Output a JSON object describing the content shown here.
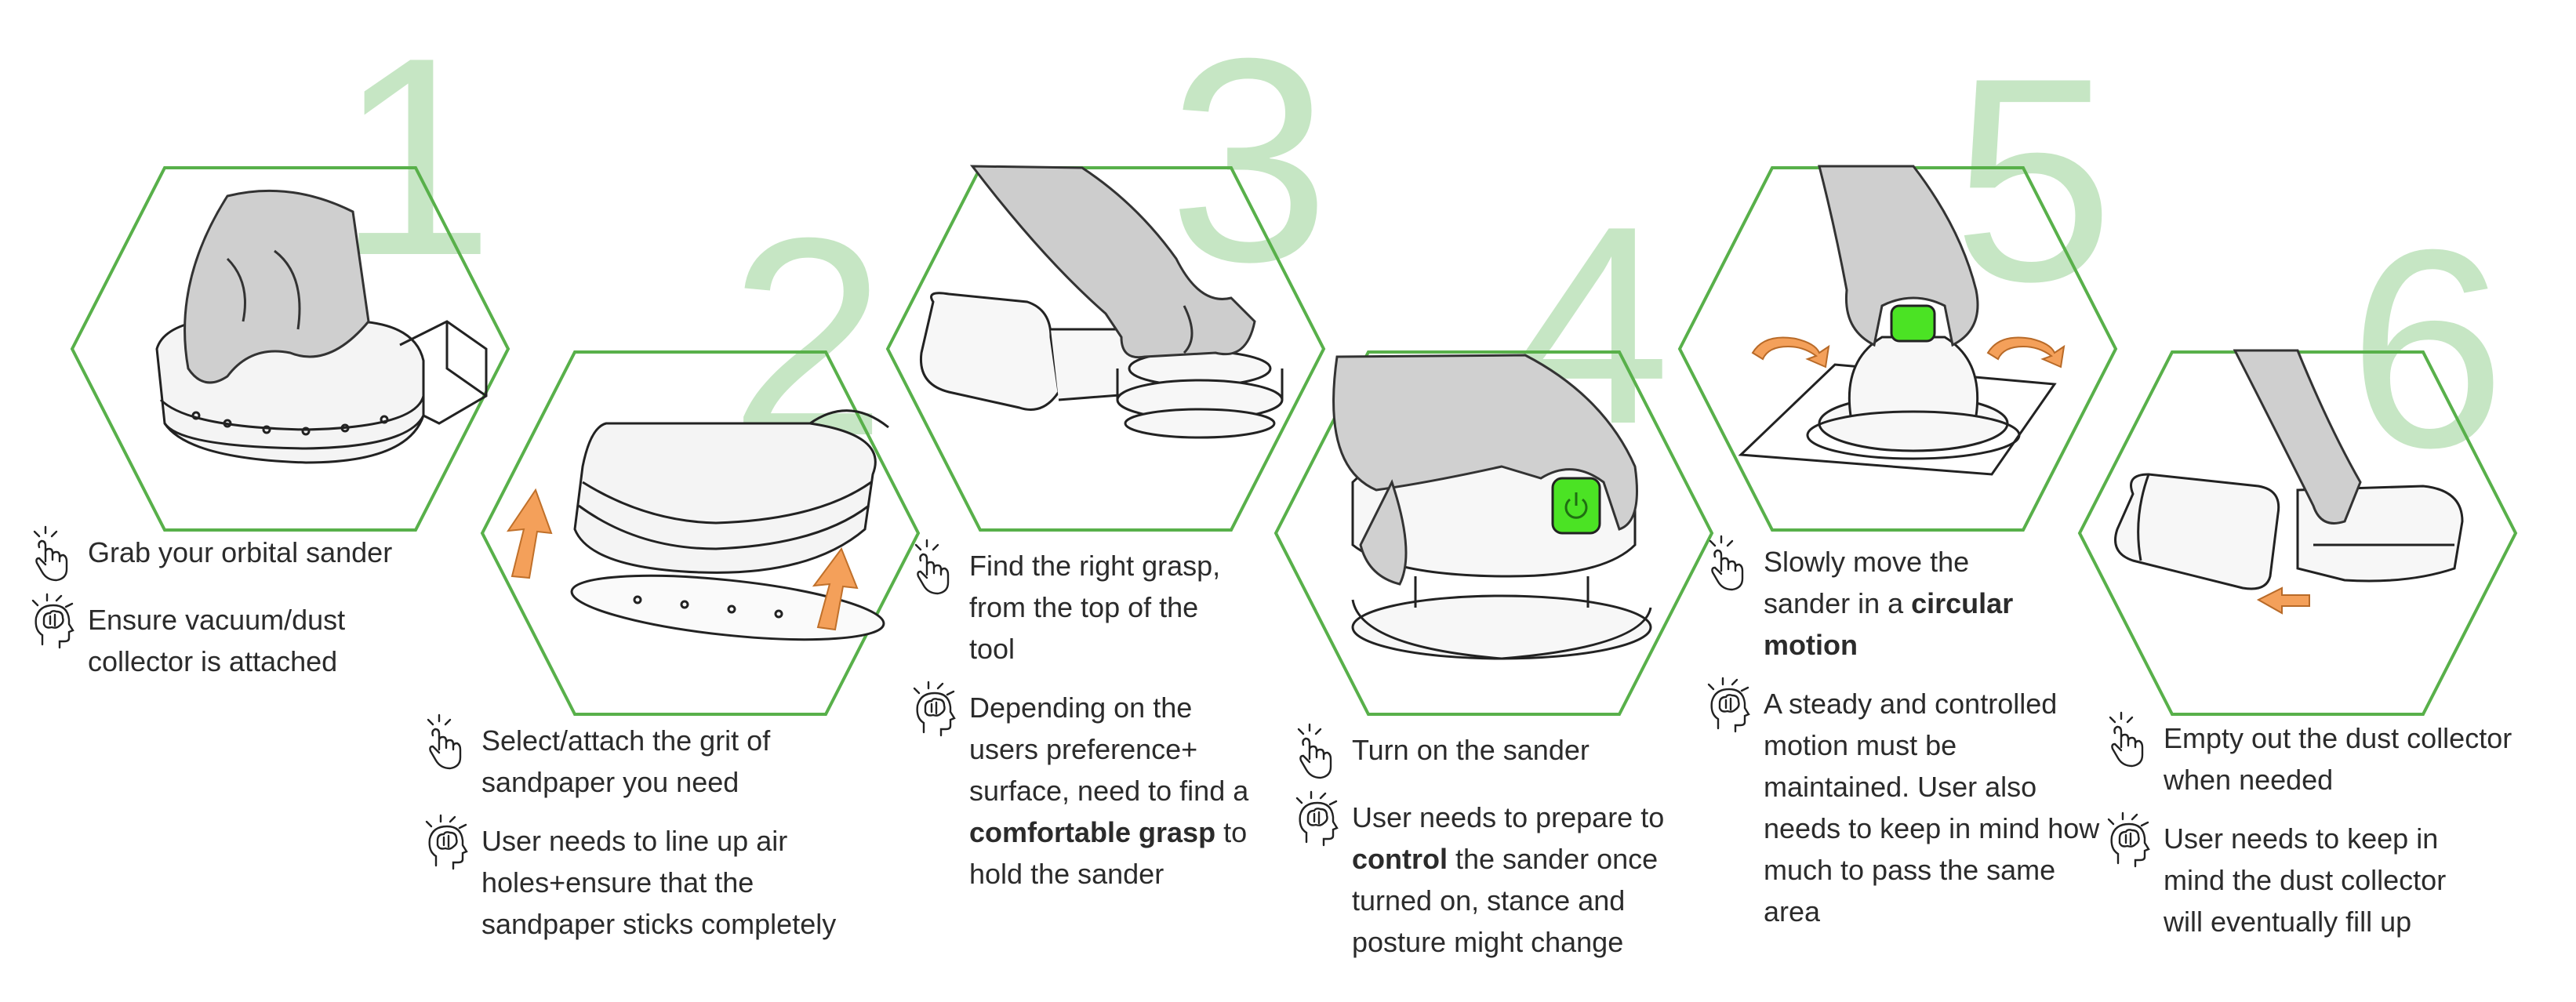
{
  "accent_color": "#58b04a",
  "number_color": "#c6e6c4",
  "button_color": "#4be324",
  "arrow_color": "#f4a05a",
  "icons": {
    "action": "tap-hand-icon",
    "think": "brain-head-icon"
  },
  "steps": [
    {
      "number": "1",
      "action": "Grab your orbital sander",
      "think": "Ensure vacuum/dust collector is attached"
    },
    {
      "number": "2",
      "action": "Select/attach the grit of sandpaper you need",
      "think": "User needs to line up air holes+ensure that the sandpaper sticks completely"
    },
    {
      "number": "3",
      "action": "Find the right grasp, from the top of the tool",
      "think_a": "Depending on the users preference+ surface, need to find a ",
      "think_b": "comfortable grasp",
      "think_c": " to hold the sander"
    },
    {
      "number": "4",
      "action": "Turn on the sander",
      "think_a": "User needs to prepare to ",
      "think_b": "control",
      "think_c": " the sander once turned on, stance and posture might change"
    },
    {
      "number": "5",
      "action_a": "Slowly move the sander in a ",
      "action_b": "circular motion",
      "think": "A steady and controlled motion must be maintained. User also needs to keep in mind how much to pass the same area"
    },
    {
      "number": "6",
      "action": "Empty out the dust collector when needed",
      "think": "User needs to keep in mind the dust collector will eventually fill up"
    }
  ]
}
